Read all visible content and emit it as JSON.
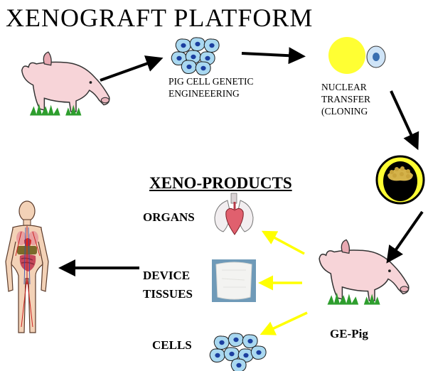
{
  "title": "XENOGRAFT  PLATFORM",
  "labels": {
    "pig_cell_line1": "PIG CELL GENETIC",
    "pig_cell_line2": "ENGINEEERING",
    "nuclear_line1": "NUCLEAR",
    "nuclear_line2": "TRANSFER",
    "nuclear_line3": "(CLONING",
    "xeno_products": "XENO-PRODUCTS",
    "organs": "ORGANS",
    "device": "DEVICE",
    "tissues": "TISSUES",
    "cells": "CELLS",
    "ge_pig": "GE-Pig"
  },
  "colors": {
    "arrow_black": "#000000",
    "arrow_yellow": "#ffff00",
    "egg_yellow": "#ffff33",
    "nucleus_blue": "#cfe4f7",
    "pig_pink": "#f7d4d8",
    "grass_green": "#2e9e2e",
    "cell_blue": "#9fd2ec"
  },
  "icons": [
    "pig-icon",
    "cell-cluster-icon",
    "egg-nucleus-icon",
    "embryo-icon",
    "heart-lungs-icon",
    "tissue-patch-icon",
    "human-anatomy-icon"
  ]
}
